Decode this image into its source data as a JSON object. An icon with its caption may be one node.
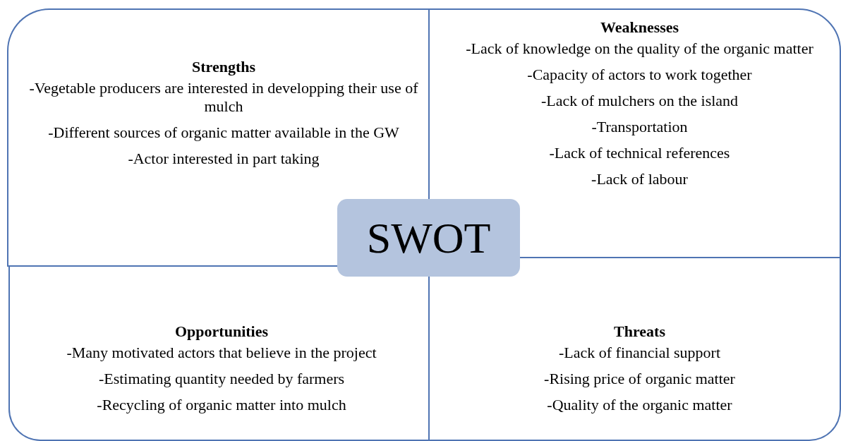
{
  "diagram": {
    "nodes": [
      {
        "text": [
          "Strengths",
          "-Vegetable producers are interested in developping their use of mulch",
          "-Different sources of organic matter available in the GW",
          "-Actor interested in part taking"
        ]
      },
      {
        "text": [
          "Weaknesses",
          "-Lack of knowledge on the quality of the organic matter",
          "-Capacity of actors to work together",
          "-Lack of mulchers on the island",
          "-Transportation",
          "-Lack of technical references",
          "-Lack of labour"
        ]
      },
      {
        "text": [
          "Opportunities",
          "-Many motivated actors that believe in the project",
          "-Estimating quantity needed by farmers",
          "-Recycling of organic matter into mulch"
        ]
      },
      {
        "text": [
          "Threats",
          "-Lack of financial support",
          "-Rising price of organic matter",
          "-Quality of the organic matter"
        ]
      },
      {
        "text": [
          "SWOT"
        ]
      }
    ]
  }
}
